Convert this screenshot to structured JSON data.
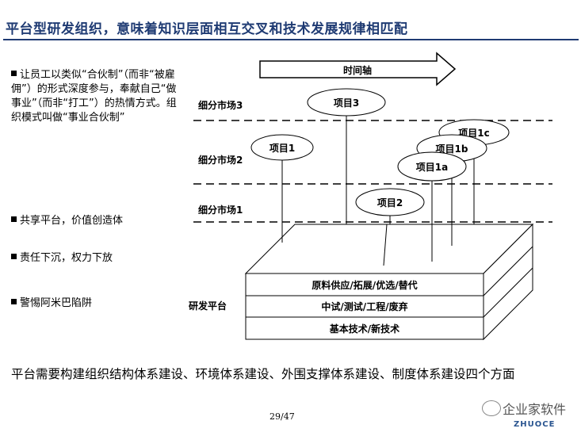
{
  "title": "平台型研发组织，意味着知识层面相互交叉和技术发展规律相匹配",
  "bullets": [
    "让员工以类似“合伙制”（而非“被雇佣”）的形式深度参与，奉献自己“做事业”（而非“打工”）的热情方式。组织模式叫做“事业合伙制”",
    "共享平台，价值创造体",
    "责任下沉，权力下放",
    "警惕阿米巴陷阱"
  ],
  "diagram": {
    "timeline_label": "时间轴",
    "market_labels": [
      "细分市场3",
      "细分市场2",
      "细分市场1"
    ],
    "projects": [
      "项目3",
      "项目1",
      "项目1c",
      "项目1b",
      "项目1a",
      "项目2"
    ],
    "platform_label": "研发平台",
    "layers": [
      "原料供应/拓展/优选/替代",
      "中试/测试/工程/废弃",
      "基本技术/新技术"
    ]
  },
  "summary": "平台需要构建组织结构体系建设、环境体系建设、外围支撑体系建设、制度体系建设四个方面",
  "page_number": "29/47",
  "watermark": {
    "text": "企业家软件",
    "brand": "ZHUOCE"
  },
  "colors": {
    "title": "#1f3b73",
    "line": "#000000"
  }
}
